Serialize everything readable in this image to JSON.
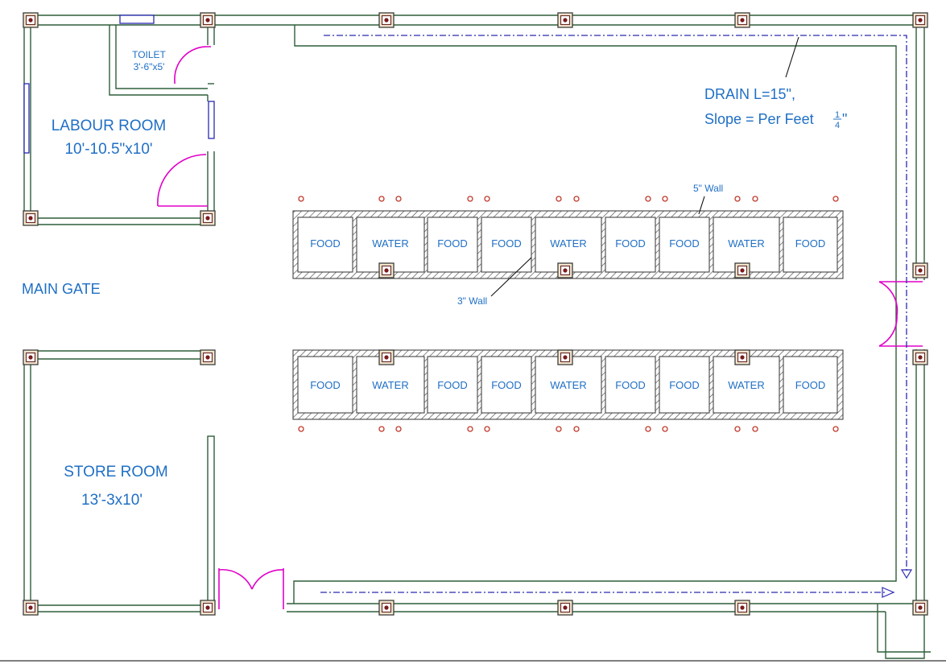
{
  "rooms": {
    "labour": {
      "name": "LABOUR ROOM",
      "size": "10'-10.5\"x10'"
    },
    "toilet": {
      "name": "TOILET",
      "size": "3'-6\"x5'"
    },
    "store": {
      "name": "STORE ROOM",
      "size": "13'-3x10'"
    }
  },
  "main_gate": "MAIN GATE",
  "drain": {
    "line1": "DRAIN L=15\",",
    "line2_prefix": "Slope = Per Feet ",
    "fraction_num": "1",
    "fraction_den": "4",
    "line2_suffix": "\""
  },
  "wall_notes": {
    "five_inch": "5\" Wall",
    "three_inch": "3\" Wall"
  },
  "trough_rows": {
    "top": [
      "FOOD",
      "WATER",
      "FOOD",
      "FOOD",
      "WATER",
      "FOOD",
      "FOOD",
      "WATER",
      "FOOD"
    ],
    "bottom": [
      "FOOD",
      "WATER",
      "FOOD",
      "FOOD",
      "WATER",
      "FOOD",
      "FOOD",
      "WATER",
      "FOOD"
    ]
  },
  "colors": {
    "text": "#1f6fc5",
    "wall": "#2e5e3a",
    "door": "#e000c8",
    "window_and_drain": "#2a2ab0",
    "post_marker": "#c0392b"
  }
}
